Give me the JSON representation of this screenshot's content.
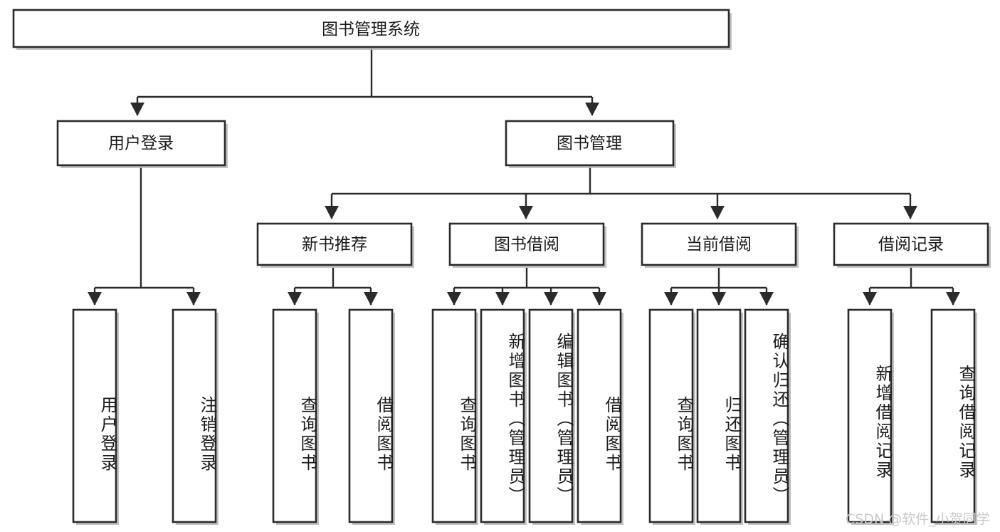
{
  "diagram": {
    "title": "图书管理系统",
    "type": "tree-hierarchy",
    "watermark": "CSDN @软件_小贺同学",
    "colors": {
      "box_stroke": "#2b2b2b",
      "box_fill": "#ffffff",
      "connector": "#2b2b2b",
      "text": "#1b1b1b",
      "watermark": "#c9c9c9"
    },
    "root": {
      "label": "图书管理系统"
    },
    "level2": [
      {
        "label": "用户登录"
      },
      {
        "label": "图书管理"
      }
    ],
    "level3": [
      {
        "label": "新书推荐"
      },
      {
        "label": "图书借阅"
      },
      {
        "label": "当前借阅"
      },
      {
        "label": "借阅记录"
      }
    ],
    "leaves": {
      "user_login": [
        {
          "label": "用户登录"
        },
        {
          "label": "注销登录"
        }
      ],
      "new_book": [
        {
          "label": "查询图书"
        },
        {
          "label": "借阅图书"
        }
      ],
      "book_borrow": [
        {
          "label": "查询图书"
        },
        {
          "label": "新增图书（管理员）"
        },
        {
          "label": "编辑图书（管理员）"
        },
        {
          "label": "借阅图书"
        }
      ],
      "current_borrow": [
        {
          "label": "查询图书"
        },
        {
          "label": "归还图书"
        },
        {
          "label": "确认归还（管理员）"
        }
      ],
      "borrow_record": [
        {
          "label": "新增借阅记录"
        },
        {
          "label": "查询借阅记录"
        }
      ]
    }
  }
}
